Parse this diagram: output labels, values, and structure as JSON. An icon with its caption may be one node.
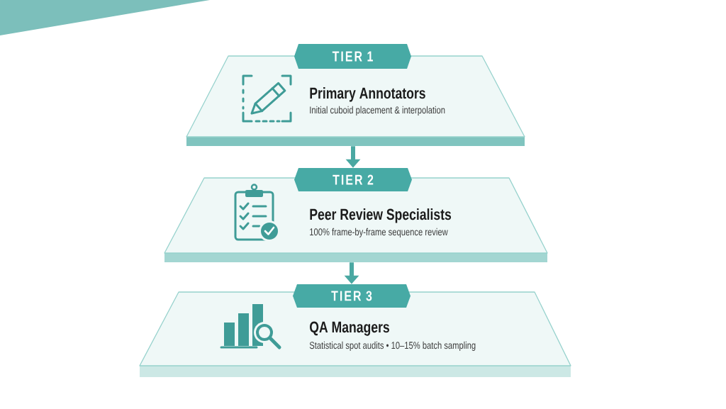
{
  "diagram": {
    "nodes": [
      {
        "text": [
          "TIER 1"
        ]
      },
      {
        "text": [
          "Primary Annotators",
          "Initial cuboid placement & interpolation"
        ]
      },
      {
        "text": [
          "TIER 2"
        ]
      },
      {
        "text": [
          "Peer Review Specialists",
          "100% frame-by-frame sequence review"
        ]
      },
      {
        "text": [
          "TIER 3"
        ]
      },
      {
        "text": [
          "QA Managers",
          "Statistical spot audits • 10–15% batch sampling"
        ]
      }
    ],
    "edges": [
      {
        "from": 1,
        "to": 2,
        "arrow": "to"
      },
      {
        "from": 3,
        "to": 4,
        "arrow": "to"
      }
    ]
  }
}
